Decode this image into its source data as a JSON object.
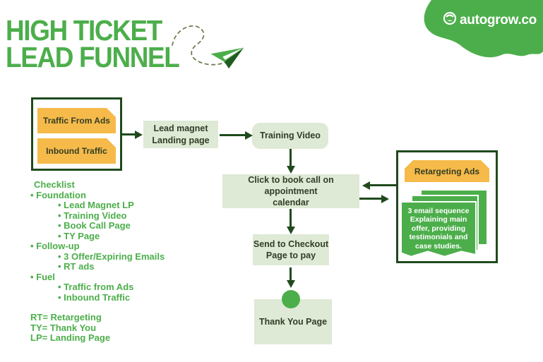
{
  "title": {
    "line1": "HIGH TICKET",
    "line2": "LEAD FUNNEL"
  },
  "logo": {
    "brand": "autogrow.co"
  },
  "funnel": {
    "sources": [
      {
        "label": "Traffic From Ads"
      },
      {
        "label": "Inbound Traffic"
      }
    ],
    "lead_magnet": {
      "label": "Lead magnet\nLanding page"
    },
    "training_video": {
      "label": "Training Video"
    },
    "book_call": {
      "label": "Click to book call on appointment\ncalendar"
    },
    "checkout": {
      "label": "Send to Checkout\nPage to pay"
    },
    "thank_you": {
      "label": "Thank You Page"
    },
    "retargeting": {
      "ads_label": "Retargeting Ads",
      "emails_label": "3 email sequence Explaining main offer, providing testimonials and case studies."
    }
  },
  "checklist": {
    "items": [
      {
        "level": 0,
        "text": "Checklist"
      },
      {
        "level": 1,
        "text": "• Foundation"
      },
      {
        "level": 2,
        "text": "• Lead Magnet LP"
      },
      {
        "level": 2,
        "text": "• Training Video"
      },
      {
        "level": 2,
        "text": "• Book Call Page"
      },
      {
        "level": 2,
        "text": "• TY Page"
      },
      {
        "level": 1,
        "text": "• Follow-up"
      },
      {
        "level": 2,
        "text": "• 3 Offer/Expiring Emails"
      },
      {
        "level": 2,
        "text": "• RT ads"
      },
      {
        "level": 1,
        "text": "• Fuel"
      },
      {
        "level": 2,
        "text": "• Traffic from Ads"
      },
      {
        "level": 2,
        "text": "• Inbound Traffic"
      }
    ],
    "legend": [
      "RT= Retargeting",
      "TY= Thank You",
      "LP= Landing Page"
    ]
  },
  "colors": {
    "brand_green": "#4cae4b",
    "dark_green": "#1f4a1d",
    "light_green_box": "#dee9d6",
    "yellow_box": "#f6ba4a",
    "box_text": "#333d25"
  }
}
